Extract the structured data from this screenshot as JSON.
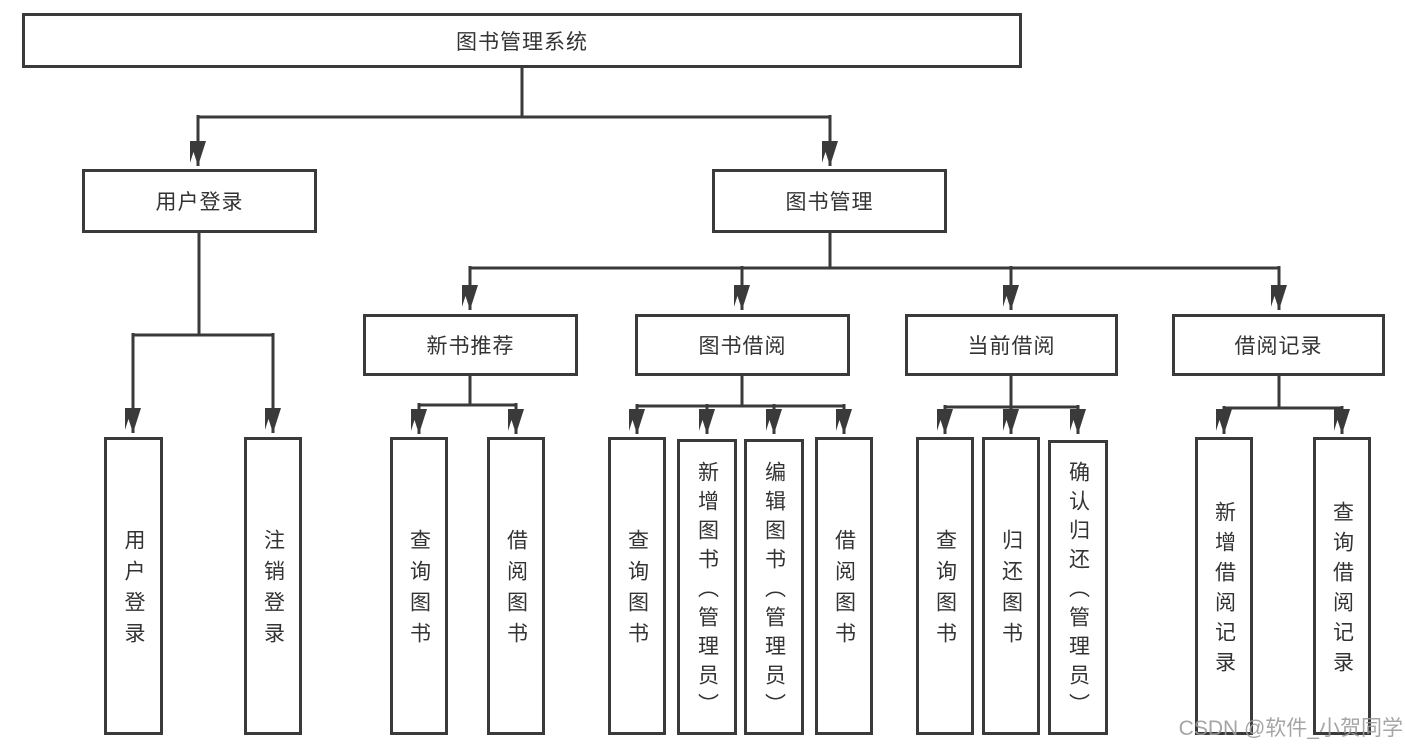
{
  "diagram": {
    "root": {
      "label": "图书管理系统"
    },
    "branches": [
      {
        "label": "用户登录",
        "children": [
          {
            "label": "用户登录"
          },
          {
            "label": "注销登录"
          }
        ]
      },
      {
        "label": "图书管理",
        "children": [
          {
            "label": "新书推荐",
            "children": [
              {
                "label": "查询图书"
              },
              {
                "label": "借阅图书"
              }
            ]
          },
          {
            "label": "图书借阅",
            "children": [
              {
                "label": "查询图书"
              },
              {
                "label": "新增图书（管理员）"
              },
              {
                "label": "编辑图书（管理员）"
              },
              {
                "label": "借阅图书"
              }
            ]
          },
          {
            "label": "当前借阅",
            "children": [
              {
                "label": "查询图书"
              },
              {
                "label": "归还图书"
              },
              {
                "label": "确认归还（管理员）"
              }
            ]
          },
          {
            "label": "借阅记录",
            "children": [
              {
                "label": "新增借阅记录"
              },
              {
                "label": "查询借阅记录"
              }
            ]
          }
        ]
      }
    ]
  },
  "watermark": {
    "text": "CSDN @软件_小贺同学"
  },
  "colors": {
    "line": "#3a3a3a",
    "text": "#333333",
    "watermark": "#9c9c9c",
    "background": "#ffffff"
  }
}
